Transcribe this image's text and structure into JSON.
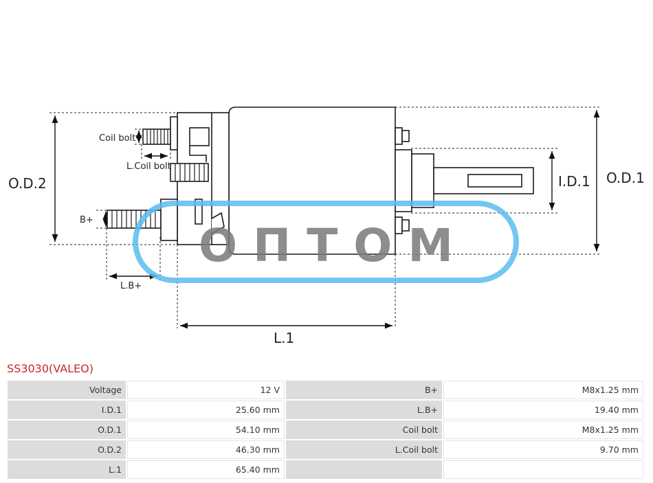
{
  "drawing": {
    "labels": {
      "coil_bolt": "Coil bolt",
      "l_coil_bolt": "L.Coil bolt",
      "b_plus": "B+",
      "l_b_plus": "L.B+",
      "od2": "O.D.2",
      "od1": "O.D.1",
      "id1": "I.D.1",
      "l1": "L.1"
    },
    "watermark": {
      "text": "О П Т О М",
      "ring_color": "#5bbcf0",
      "text_color": "#7a7a7a"
    }
  },
  "part": {
    "title": "SS3030(VALEO)",
    "title_color": "#c8262b"
  },
  "specs": {
    "rows": [
      {
        "l1": "Voltage",
        "v1": "12 V",
        "l2": "B+",
        "v2": "M8x1.25 mm"
      },
      {
        "l1": "I.D.1",
        "v1": "25.60 mm",
        "l2": "L.B+",
        "v2": "19.40 mm"
      },
      {
        "l1": "O.D.1",
        "v1": "54.10 mm",
        "l2": "Coil bolt",
        "v2": "M8x1.25 mm"
      },
      {
        "l1": "O.D.2",
        "v1": "46.30 mm",
        "l2": "L.Coil bolt",
        "v2": "9.70 mm"
      },
      {
        "l1": "L.1",
        "v1": "65.40 mm",
        "l2": "",
        "v2": ""
      }
    ]
  }
}
